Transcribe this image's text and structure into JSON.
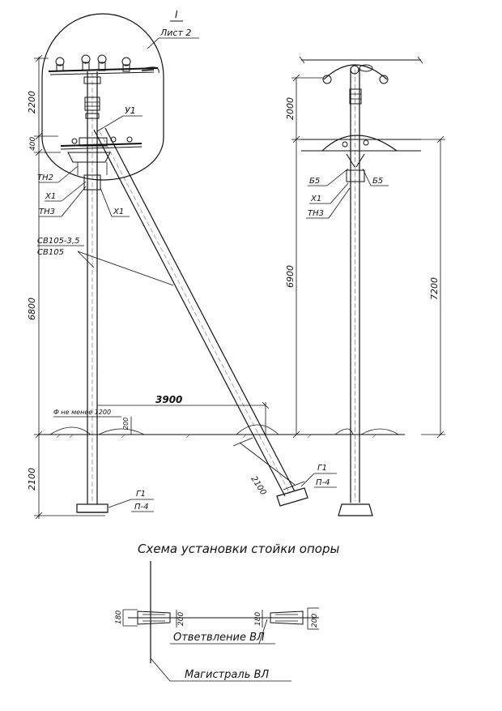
{
  "colors": {
    "ink": "#111111",
    "paper": "#ffffff"
  },
  "callout": {
    "number": "I",
    "sheet": "Лист 2"
  },
  "left_pole": {
    "dims": {
      "top": "2200",
      "mid": "400",
      "main": "6800",
      "below_ground": "2100",
      "ground_note": "Ф не менее 1200",
      "ground_small": "200"
    },
    "labels": {
      "u1": "У1",
      "tn2": "ТН2",
      "x1_left": "Х1",
      "tn3": "ТН3",
      "x1_right": "Х1",
      "sv_a": "СВ105-3,5",
      "sv_b": "СВ105",
      "g1": "Г1",
      "p4": "П-4"
    }
  },
  "strut": {
    "span": "3900",
    "length": "2100",
    "g1": "Г1",
    "p4": "П-4"
  },
  "right_pole": {
    "dims": {
      "top": "2000",
      "main": "6900",
      "total": "7200"
    },
    "labels": {
      "b5_left": "Б5",
      "b5_right": "Б5",
      "x1": "Х1",
      "tn3": "ТН3"
    }
  },
  "plan": {
    "title": "Схема установки стойки опоры",
    "dims": {
      "left_a": "180",
      "left_b": "200",
      "right_a": "180",
      "right_b": "200"
    },
    "branch_label": "Ответвление ВЛ",
    "main_label": "Магистраль ВЛ"
  }
}
